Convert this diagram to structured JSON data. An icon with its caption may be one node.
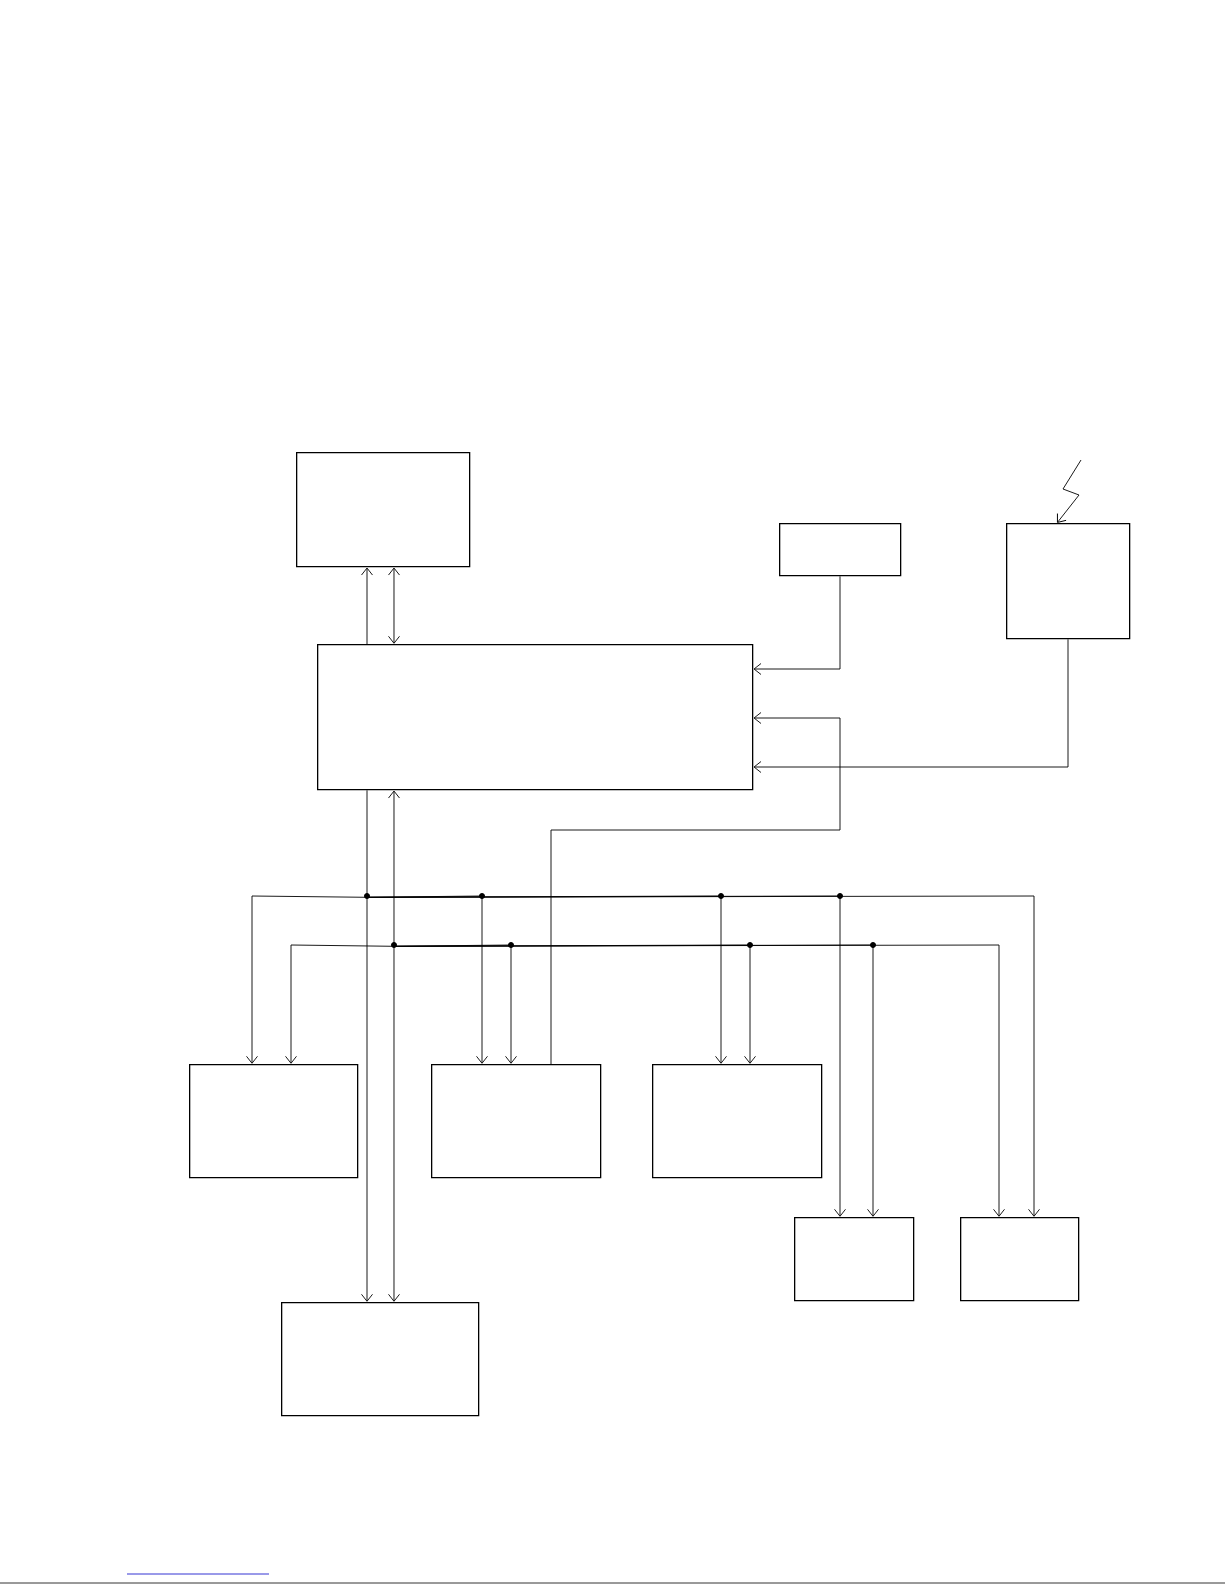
{
  "diagram": {
    "nodes": [
      {
        "text": [],
        "shape": "box"
      },
      {
        "text": [],
        "shape": "box"
      },
      {
        "text": [],
        "shape": "box"
      },
      {
        "text": [],
        "shape": "box"
      },
      {
        "text": [],
        "shape": "box"
      },
      {
        "text": [],
        "shape": "box"
      },
      {
        "text": [],
        "shape": "box"
      },
      {
        "text": [],
        "shape": "box"
      },
      {
        "text": [],
        "shape": "box"
      },
      {
        "text": [],
        "shape": "box"
      }
    ],
    "edges": [
      {
        "from": 3,
        "to": 0,
        "arrow": "to"
      },
      {
        "from": 3,
        "to": 0,
        "arrow": "both"
      },
      {
        "from": 1,
        "to": 3,
        "arrow": "to"
      },
      {
        "from": 2,
        "to": 3,
        "arrow": "to"
      },
      {
        "from": null,
        "to": 2,
        "arrow": "to"
      },
      {
        "from": 5,
        "to": 3,
        "arrow": "to"
      },
      {
        "from": 3,
        "to": 4,
        "arrow": "to"
      },
      {
        "from": 3,
        "to": 5,
        "arrow": "to"
      },
      {
        "from": 3,
        "to": 6,
        "arrow": "to"
      },
      {
        "from": 3,
        "to": 7,
        "arrow": "to"
      },
      {
        "from": 3,
        "to": 8,
        "arrow": "to"
      },
      {
        "from": 3,
        "to": 9,
        "arrow": "to"
      },
      {
        "from": 3,
        "to": 4,
        "arrow": "both"
      },
      {
        "from": 3,
        "to": 5,
        "arrow": "both"
      },
      {
        "from": 3,
        "to": 6,
        "arrow": "both"
      },
      {
        "from": 3,
        "to": 7,
        "arrow": "both"
      },
      {
        "from": 3,
        "to": 8,
        "arrow": "both"
      },
      {
        "from": 3,
        "to": 9,
        "arrow": "both"
      }
    ]
  }
}
